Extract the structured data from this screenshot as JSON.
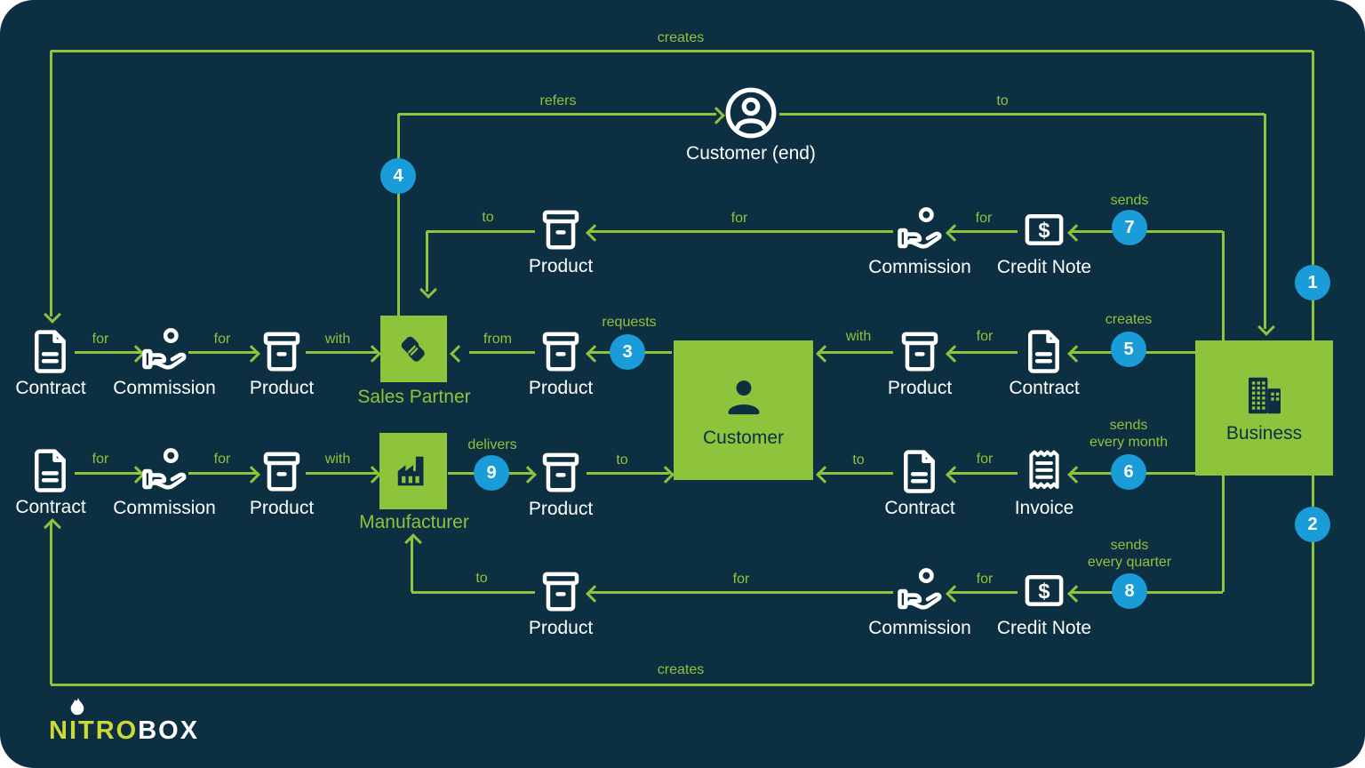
{
  "colors": {
    "background": "#0c2f42",
    "accent_green": "#8dc43c",
    "step_blue": "#1a9cd9",
    "text_white": "#ffffff",
    "logo_yellow": "#cdd934"
  },
  "logo": {
    "nitro": "NITRO",
    "box": "BOX"
  },
  "nodes": {
    "customer-end": {
      "label": "Customer (end)"
    },
    "product-top": {
      "label": "Product"
    },
    "commission-top": {
      "label": "Commission"
    },
    "credit-note-top": {
      "label": "Credit Note"
    },
    "contract-mid-left": {
      "label": "Contract"
    },
    "commission-mid-left": {
      "label": "Commission"
    },
    "product-mid-left": {
      "label": "Product"
    },
    "sales-partner": {
      "label": "Sales Partner"
    },
    "product-mid-center": {
      "label": "Product"
    },
    "customer": {
      "label": "Customer"
    },
    "product-mid-right": {
      "label": "Product"
    },
    "contract-mid-right": {
      "label": "Contract"
    },
    "business": {
      "label": "Business"
    },
    "contract-bot-left": {
      "label": "Contract"
    },
    "commission-bot-left": {
      "label": "Commission"
    },
    "product-bot-left": {
      "label": "Product"
    },
    "manufacturer": {
      "label": "Manufacturer"
    },
    "product-bot-center": {
      "label": "Product"
    },
    "contract-bot-right": {
      "label": "Contract"
    },
    "invoice": {
      "label": "Invoice"
    },
    "product-bottom": {
      "label": "Product"
    },
    "commission-bottom": {
      "label": "Commission"
    },
    "credit-note-bottom": {
      "label": "Credit Note"
    }
  },
  "edges": {
    "top-creates": {
      "label": "creates"
    },
    "refers": {
      "label": "refers"
    },
    "endcustomer-to": {
      "label": "to"
    },
    "a-to": {
      "label": "to"
    },
    "a-for-commission": {
      "label": "for"
    },
    "a-for-creditnote": {
      "label": "for"
    },
    "b-for-1": {
      "label": "for"
    },
    "b-for-2": {
      "label": "for"
    },
    "b-with-left": {
      "label": "with"
    },
    "b-from": {
      "label": "from"
    },
    "b-with-right": {
      "label": "with"
    },
    "b-for-3": {
      "label": "for"
    },
    "c-for-1": {
      "label": "for"
    },
    "c-for-2": {
      "label": "for"
    },
    "c-with": {
      "label": "with"
    },
    "c-to-customer": {
      "label": "to"
    },
    "c-to-right": {
      "label": "to"
    },
    "c-for-3": {
      "label": "for"
    },
    "d-to": {
      "label": "to"
    },
    "d-for-1": {
      "label": "for"
    },
    "d-for-2": {
      "label": "for"
    },
    "bottom-creates": {
      "label": "creates"
    }
  },
  "steps": {
    "1": {
      "number": "1",
      "lines": []
    },
    "2": {
      "number": "2",
      "lines": []
    },
    "3": {
      "number": "3",
      "lines": [
        "requests"
      ]
    },
    "4": {
      "number": "4",
      "lines": []
    },
    "5": {
      "number": "5",
      "lines": [
        "creates"
      ]
    },
    "6": {
      "number": "6",
      "lines": [
        "sends",
        "every month"
      ]
    },
    "7": {
      "number": "7",
      "lines": [
        "sends"
      ]
    },
    "8": {
      "number": "8",
      "lines": [
        "sends",
        "every quarter"
      ]
    },
    "9": {
      "number": "9",
      "lines": [
        "delivers"
      ]
    }
  }
}
